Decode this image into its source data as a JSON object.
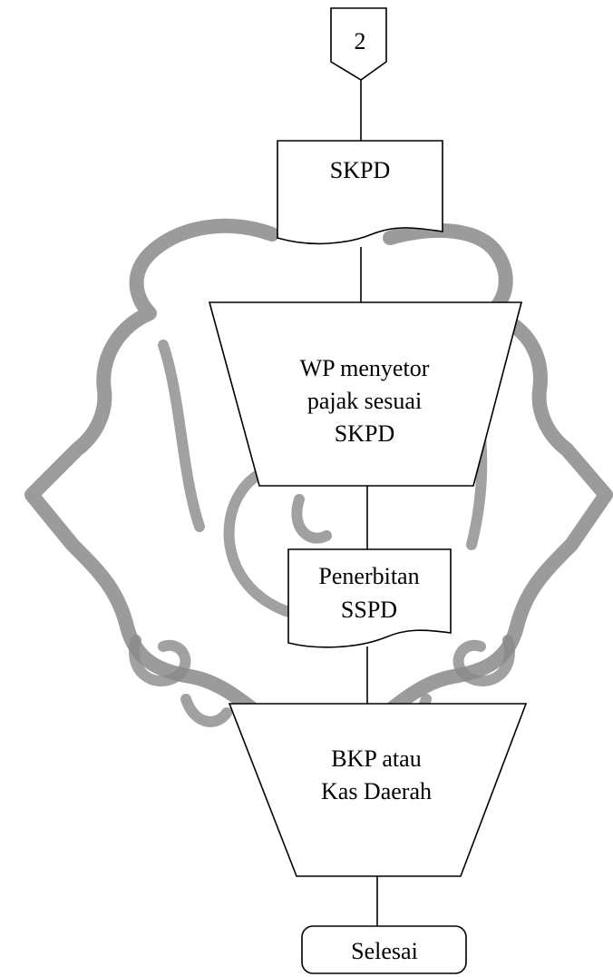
{
  "connector": {
    "label": "2"
  },
  "nodes": {
    "skpd": {
      "label": "SKPD"
    },
    "wp_menyetor": {
      "lines": [
        "WP menyetor",
        "pajak sesuai",
        "SKPD"
      ]
    },
    "penerbitan_sspd": {
      "lines": [
        "Penerbitan",
        "SSPD"
      ]
    },
    "bkp_kas_daerah": {
      "lines": [
        "BKP atau",
        "Kas Daerah"
      ]
    },
    "selesai": {
      "label": "Selesai"
    }
  },
  "colors": {
    "watermark": "#8a8a8a",
    "stroke": "#000000",
    "fill": "#ffffff"
  }
}
